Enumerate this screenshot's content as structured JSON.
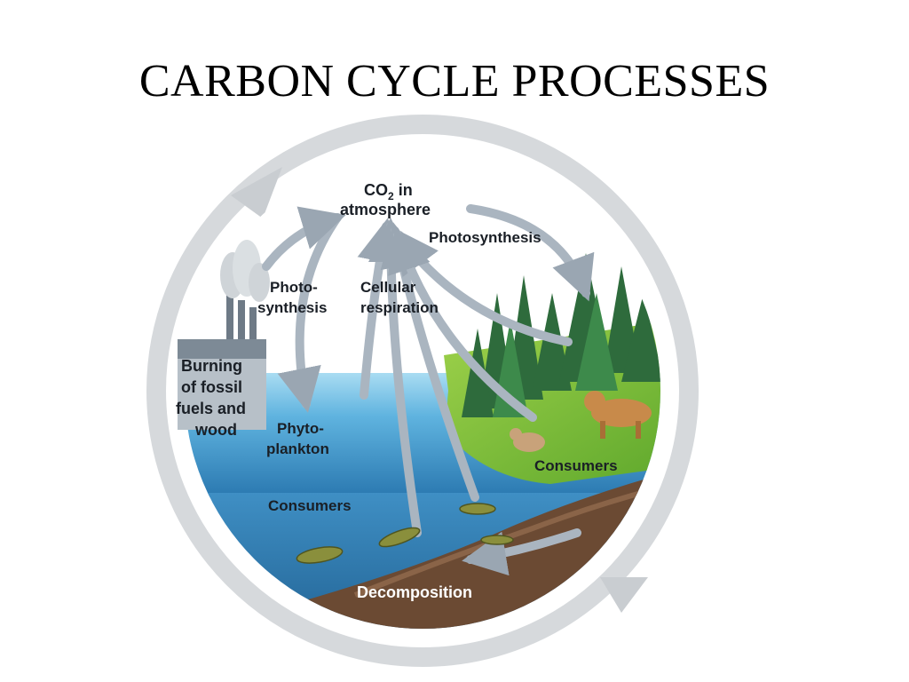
{
  "title": "CARBON CYCLE PROCESSES",
  "labels": {
    "co2_line1": "CO",
    "co2_sub": "2",
    "co2_line1_suffix": " in",
    "co2_line2": "atmosphere",
    "photosynthesis_land": "Photosynthesis",
    "photo_ocean_line1": "Photo-",
    "photo_ocean_line2": "synthesis",
    "cellular_line1": "Cellular",
    "cellular_line2": "respiration",
    "burning_line1": "Burning",
    "burning_line2": "of fossil",
    "burning_line3": "fuels and",
    "burning_line4": "wood",
    "phyto_line1": "Phyto-",
    "phyto_line2": "plankton",
    "consumers_ocean": "Consumers",
    "consumers_land": "Consumers",
    "decomposition": "Decomposition"
  },
  "colors": {
    "cycle_ring": "#d9dcdf",
    "arrow": "#a9b4bf",
    "water_light": "#7fc4e6",
    "water_deep": "#2f86bf",
    "land": "#7cbf3a",
    "soil": "#6b4a33",
    "tree": "#2f6b3a"
  }
}
